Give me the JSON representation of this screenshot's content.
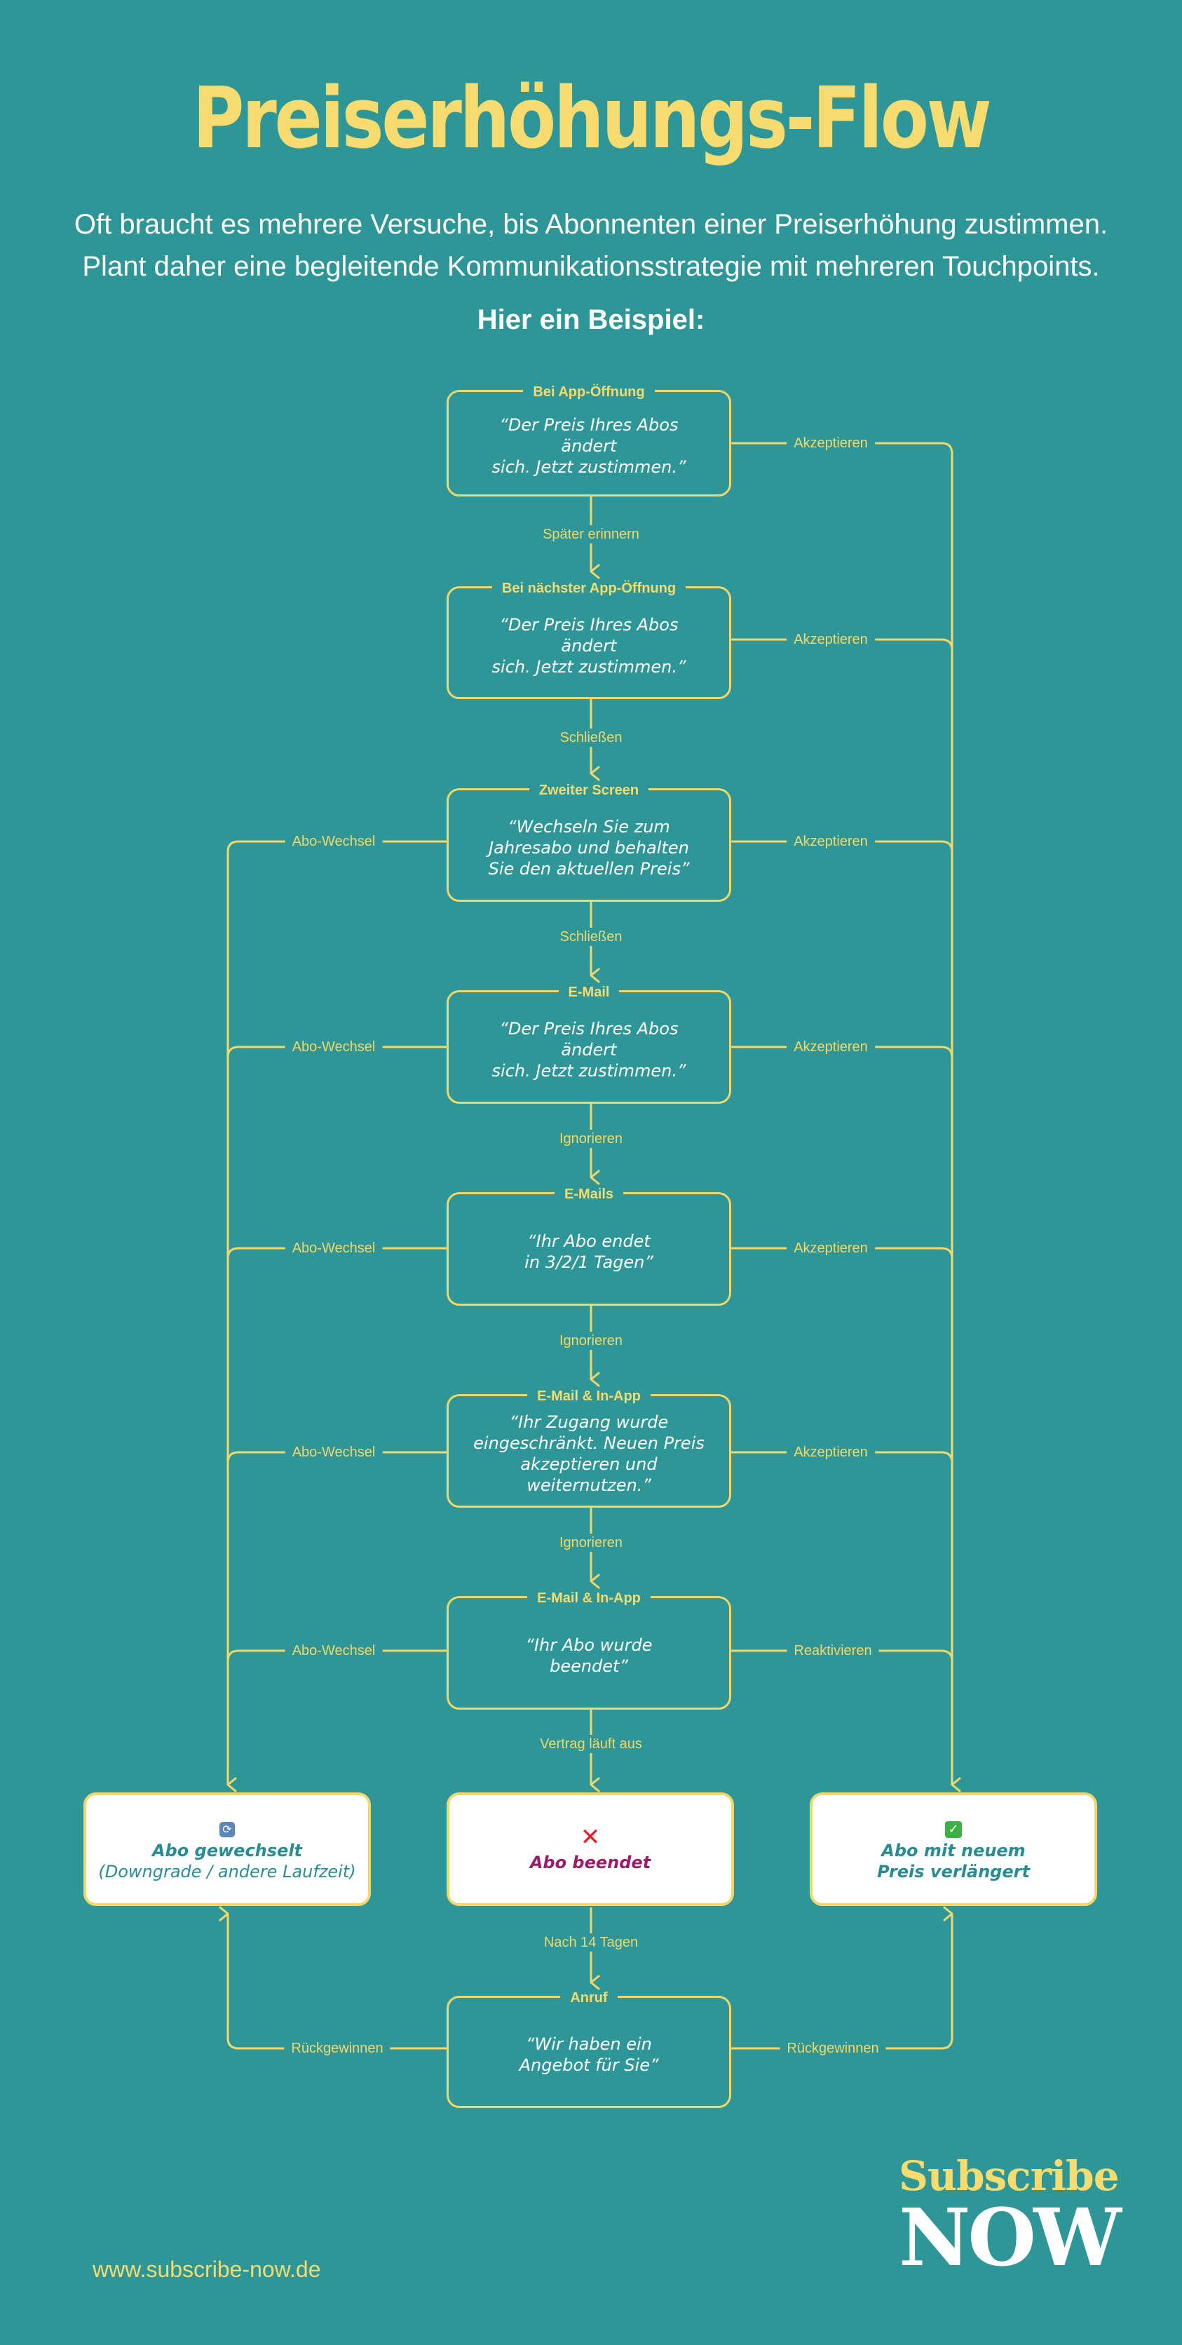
{
  "title": "Preiserhöhungs-Flow",
  "subtitle_lines": [
    "Oft braucht es mehrere Versuche, bis Abonnenten einer Preiserhöhung zustimmen.",
    "Plant daher eine begleitende Kommunikationsstrategie mit mehreren Touchpoints."
  ],
  "example_heading": "Hier ein Beispiel:",
  "steps": [
    {
      "label": "Bei App-Öffnung",
      "text": "“Der Preis Ihres Abos ändert\nsich. Jetzt zustimmen.”",
      "right_edge": "Akzeptieren",
      "left_edge": ""
    },
    {
      "label": "Bei nächster App-Öffnung",
      "text": "“Der Preis Ihres Abos ändert\nsich. Jetzt zustimmen.”",
      "right_edge": "Akzeptieren",
      "left_edge": ""
    },
    {
      "label": "Zweiter Screen",
      "text": "“Wechseln Sie zum\nJahresabo und behalten\nSie den aktuellen Preis”",
      "right_edge": "Akzeptieren",
      "left_edge": "Abo-Wechsel"
    },
    {
      "label": "E-Mail",
      "text": "“Der Preis Ihres Abos ändert\nsich. Jetzt zustimmen.”",
      "right_edge": "Akzeptieren",
      "left_edge": "Abo-Wechsel"
    },
    {
      "label": "E-Mails",
      "text": "“Ihr Abo endet\nin 3/2/1 Tagen”",
      "right_edge": "Akzeptieren",
      "left_edge": "Abo-Wechsel"
    },
    {
      "label": "E-Mail & In-App",
      "text": "“Ihr Zugang wurde\neingeschränkt. Neuen Preis\nakzeptieren und weiternutzen.”",
      "right_edge": "Akzeptieren",
      "left_edge": "Abo-Wechsel"
    },
    {
      "label": "E-Mail & In-App",
      "text": "“Ihr Abo wurde\nbeendet”",
      "right_edge": "Reaktivieren",
      "left_edge": "Abo-Wechsel"
    }
  ],
  "down_edges": [
    "Später erinnern",
    "Schließen",
    "Schließen",
    "Ignorieren",
    "Ignorieren",
    "Ignorieren",
    "Vertrag läuft aus"
  ],
  "results": {
    "left": {
      "icon": "switch-arrows-icon",
      "title": "Abo gewechselt",
      "subtitle": "(Downgrade / andere Laufzeit)"
    },
    "middle": {
      "icon": "cross-mark-icon",
      "title": "Abo beendet"
    },
    "right": {
      "icon": "check-mark-icon",
      "title": "Abo mit neuem\nPreis verlängert"
    }
  },
  "after_end_edge": "Nach 14 Tagen",
  "call_step": {
    "label": "Anruf",
    "text": "“Wir haben ein\nAngebot für Sie”",
    "left_edge": "Rückgewinnen",
    "right_edge": "Rückgewinnen"
  },
  "logo": {
    "top": "Subscribe",
    "bottom": "NOW"
  },
  "website": "www.subscribe-now.de",
  "colors": {
    "background": "#2e9696",
    "accent": "#f6dc6e",
    "line": "#f2d86b",
    "ended": "#9b1c6b",
    "result_text": "#2a8b93"
  }
}
